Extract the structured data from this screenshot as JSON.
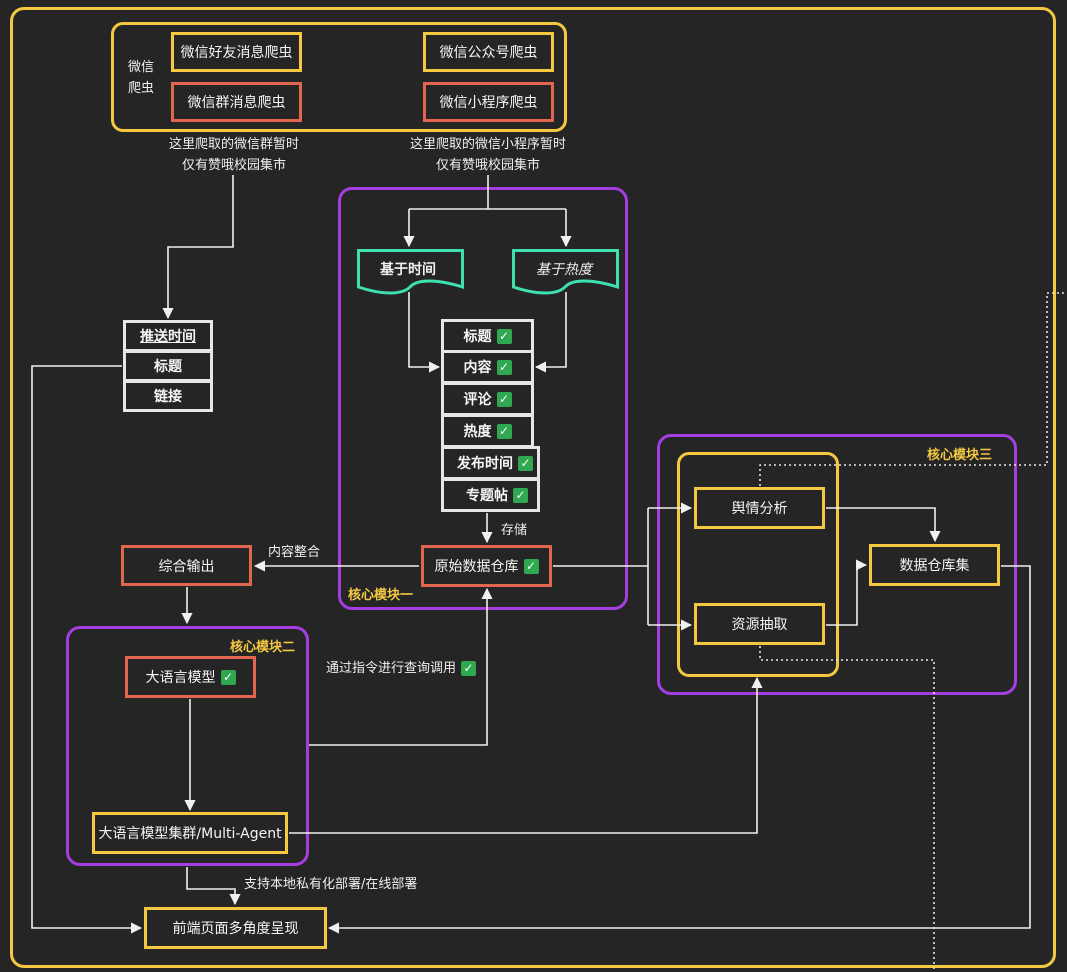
{
  "wechat_crawler": {
    "title": "微信爬虫",
    "friend_msg": "微信好友消息爬虫",
    "official_account": "微信公众号爬虫",
    "group_msg": "微信群消息爬虫",
    "mini_program": "微信小程序爬虫"
  },
  "notes": {
    "group_note": "这里爬取的微信群暂时仅有赞哦校园集市",
    "mini_note": "这里爬取的微信小程序暂时仅有赞哦校园集市"
  },
  "group_fields": [
    "推送时间",
    "标题",
    "链接"
  ],
  "module1": {
    "title": "核心模块一",
    "by_time": "基于时间",
    "by_heat": "基于热度",
    "fields": [
      "标题",
      "内容",
      "评论",
      "热度",
      "发布时间",
      "专题帖"
    ],
    "store_label": "存储",
    "raw_warehouse": "原始数据仓库"
  },
  "module2": {
    "title": "核心模块二",
    "llm": "大语言模型",
    "llm_cluster": "大语言模型集群/Multi-Agent"
  },
  "module3": {
    "title": "核心模块三",
    "sentiment": "舆情分析",
    "resource": "资源抽取",
    "warehouse_set": "数据仓库集"
  },
  "output": {
    "comprehensive": "综合输出",
    "content_integration": "内容整合",
    "query_call": "通过指令进行查询调用",
    "deploy": "支持本地私有化部署/在线部署",
    "frontend": "前端页面多角度呈现"
  },
  "colors": {
    "yellow": "#f5c842",
    "purple": "#a43ee0",
    "red": "#e2654f",
    "teal": "#3ee0b0",
    "white": "#e6e6e6",
    "check": "#2fa84f"
  }
}
